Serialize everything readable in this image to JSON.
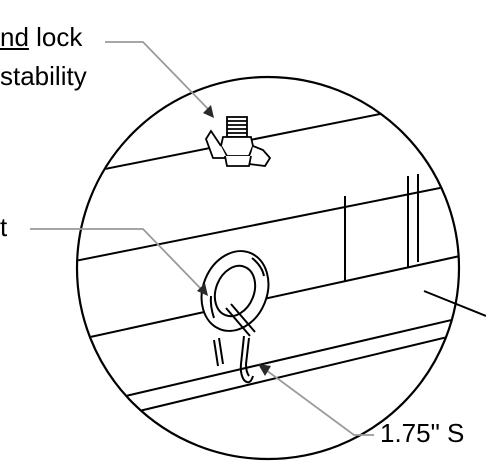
{
  "labels": {
    "callout_1_underlined": "nd",
    "callout_1_rest": " lock",
    "callout_1_line2": "stability",
    "callout_2": "t",
    "callout_3": "1.75\" S"
  },
  "colors": {
    "ink": "#000000",
    "leader": "#9a9a9a",
    "background": "#ffffff"
  }
}
